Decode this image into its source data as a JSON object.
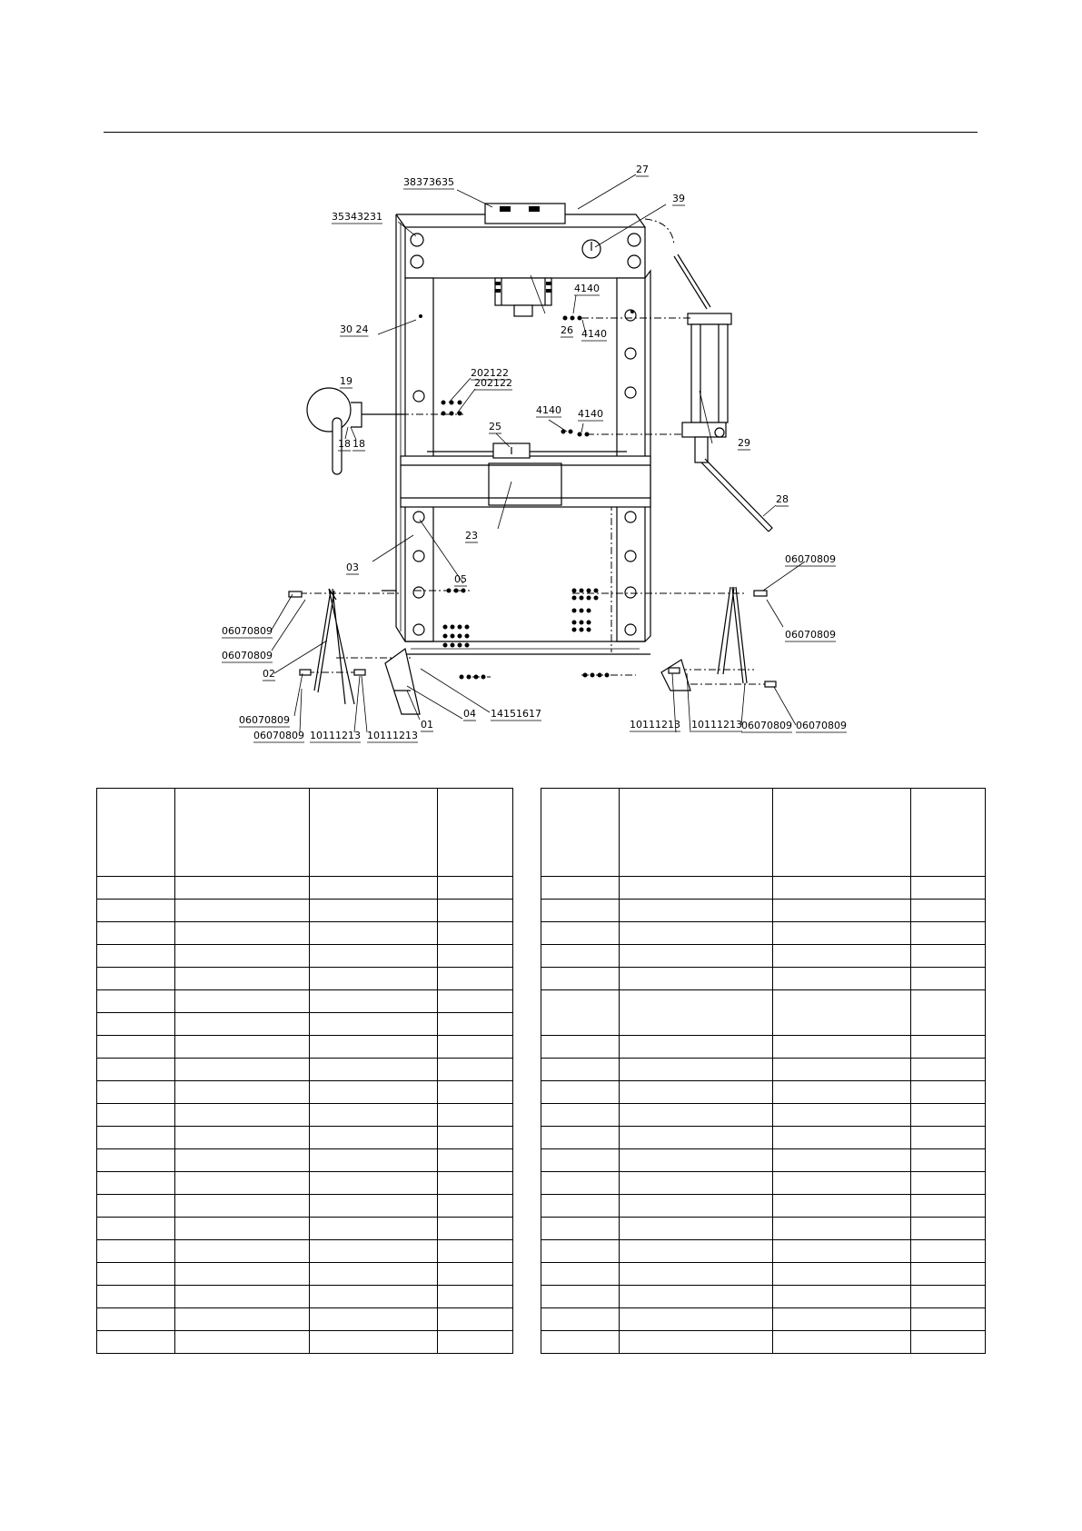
{
  "callouts": [
    {
      "id": "c-38373635",
      "text": "38373635"
    },
    {
      "id": "c-27",
      "text": "27"
    },
    {
      "id": "c-39",
      "text": "39"
    },
    {
      "id": "c-35343231",
      "text": "35343231"
    },
    {
      "id": "c-4140-a",
      "text": "4140"
    },
    {
      "id": "c-26",
      "text": "26"
    },
    {
      "id": "c-4140-b",
      "text": "4140"
    },
    {
      "id": "c-3024",
      "text": "30 24"
    },
    {
      "id": "c-19",
      "text": "19"
    },
    {
      "id": "c-202122-a",
      "text": "202122"
    },
    {
      "id": "c-202122-b",
      "text": "202122"
    },
    {
      "id": "c-4140-c",
      "text": "4140"
    },
    {
      "id": "c-4140-d",
      "text": "4140"
    },
    {
      "id": "c-25",
      "text": "25"
    },
    {
      "id": "c-18-a",
      "text": "18"
    },
    {
      "id": "c-18-b",
      "text": "18"
    },
    {
      "id": "c-29",
      "text": "29"
    },
    {
      "id": "c-28",
      "text": "28"
    },
    {
      "id": "c-23",
      "text": "23"
    },
    {
      "id": "c-03",
      "text": "03"
    },
    {
      "id": "c-05",
      "text": "05"
    },
    {
      "id": "c-06070809-a",
      "text": "06070809"
    },
    {
      "id": "c-06070809-b",
      "text": "06070809"
    },
    {
      "id": "c-06070809-c",
      "text": "06070809"
    },
    {
      "id": "c-06070809-d",
      "text": "06070809"
    },
    {
      "id": "c-02",
      "text": "02"
    },
    {
      "id": "c-14151617",
      "text": "14151617"
    },
    {
      "id": "c-04",
      "text": "04"
    },
    {
      "id": "c-01",
      "text": "01"
    },
    {
      "id": "c-06070809-e",
      "text": "06070809"
    },
    {
      "id": "c-06070809-f",
      "text": "06070809"
    },
    {
      "id": "c-10111213-a",
      "text": "10111213"
    },
    {
      "id": "c-10111213-b",
      "text": "10111213"
    },
    {
      "id": "c-10111213-c",
      "text": "10111213"
    },
    {
      "id": "c-10111213-d",
      "text": "10111213"
    },
    {
      "id": "c-06070809-g",
      "text": "06070809"
    },
    {
      "id": "c-06070809-h",
      "text": "06070809"
    }
  ],
  "tables": {
    "left": {
      "columns": 4,
      "rows": 22,
      "cells": []
    },
    "right": {
      "columns": 4,
      "rows": 21,
      "cells": []
    }
  }
}
